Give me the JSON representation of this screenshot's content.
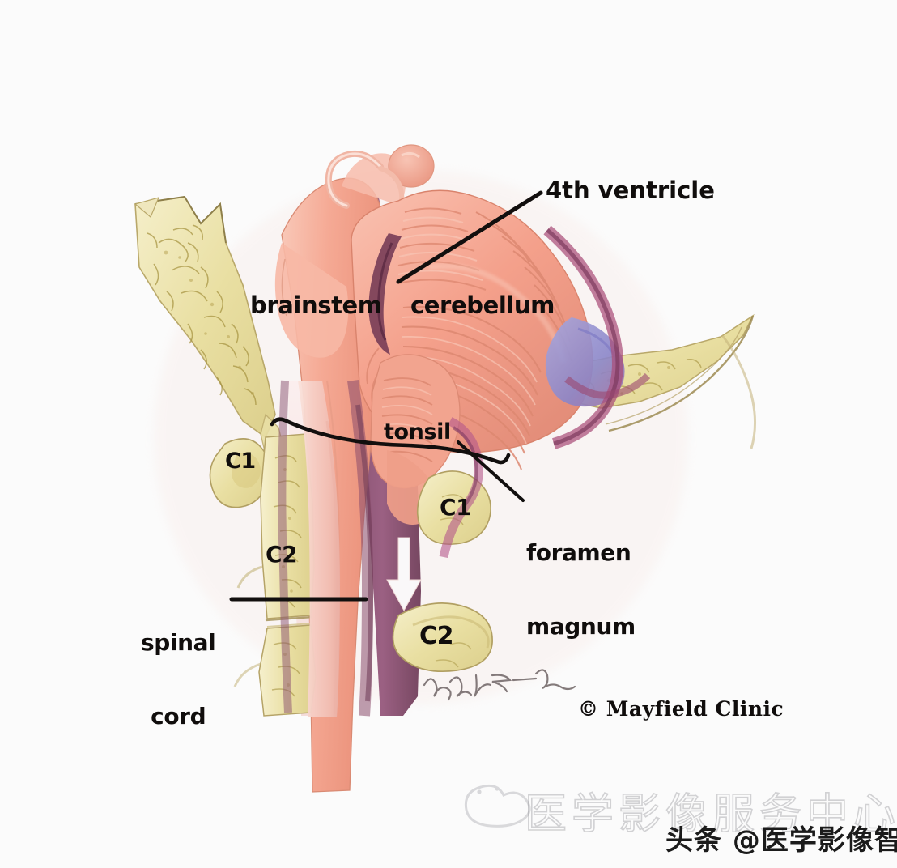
{
  "image": {
    "kind": "medical-illustration",
    "subject": "Chiari malformation — midsagittal section of posterior fossa and craniocervical junction",
    "background_color": "#fbfbfb"
  },
  "labels": {
    "fourth_ventricle": "4th ventricle",
    "brainstem": "brainstem",
    "cerebellum": "cerebellum",
    "tonsil": "tonsil",
    "foramen_magnum_line1": "foramen",
    "foramen_magnum_line2": "magnum",
    "spinal_cord_line1": "spinal",
    "spinal_cord_line2": "cord",
    "c1_left": "C1",
    "c2_left": "C2",
    "c1_right": "C1",
    "c2_right": "C2"
  },
  "credits": {
    "copyright": "© Mayfield Clinic",
    "artist_signature": "handwritten-signature"
  },
  "watermarks": {
    "faint_text": "医学影像服务中心",
    "overlay_text": "头条 @医学影像智库"
  },
  "colors": {
    "background": "#fbfbfb",
    "bone": "#ece3a8",
    "bone_light": "#f3edc4",
    "bone_shade": "#d9cb86",
    "brain_pink": "#f4a593",
    "brain_pink_light": "#f8c0b0",
    "brain_pink_deep": "#e8907c",
    "dura_purple": "#8b5070",
    "dura_deep": "#6c3a57",
    "magenta": "#b5507f",
    "sinus_blue": "#8b8fd0",
    "csf_pale": "#f7dcd8",
    "ink": "#100d0c",
    "arrow_white": "#ffffff"
  },
  "annotations": {
    "foramen_magnum_line": "curved horizontal line marking the plane of the foramen magnum",
    "csf_arrow": "white downward arrow in spinal canal",
    "leader_4th_ventricle": "diagonal leader line to fourth ventricle",
    "leader_foramen_magnum": "diagonal leader line to foramen magnum",
    "leader_spinal_cord": "horizontal leader line to spinal cord"
  }
}
